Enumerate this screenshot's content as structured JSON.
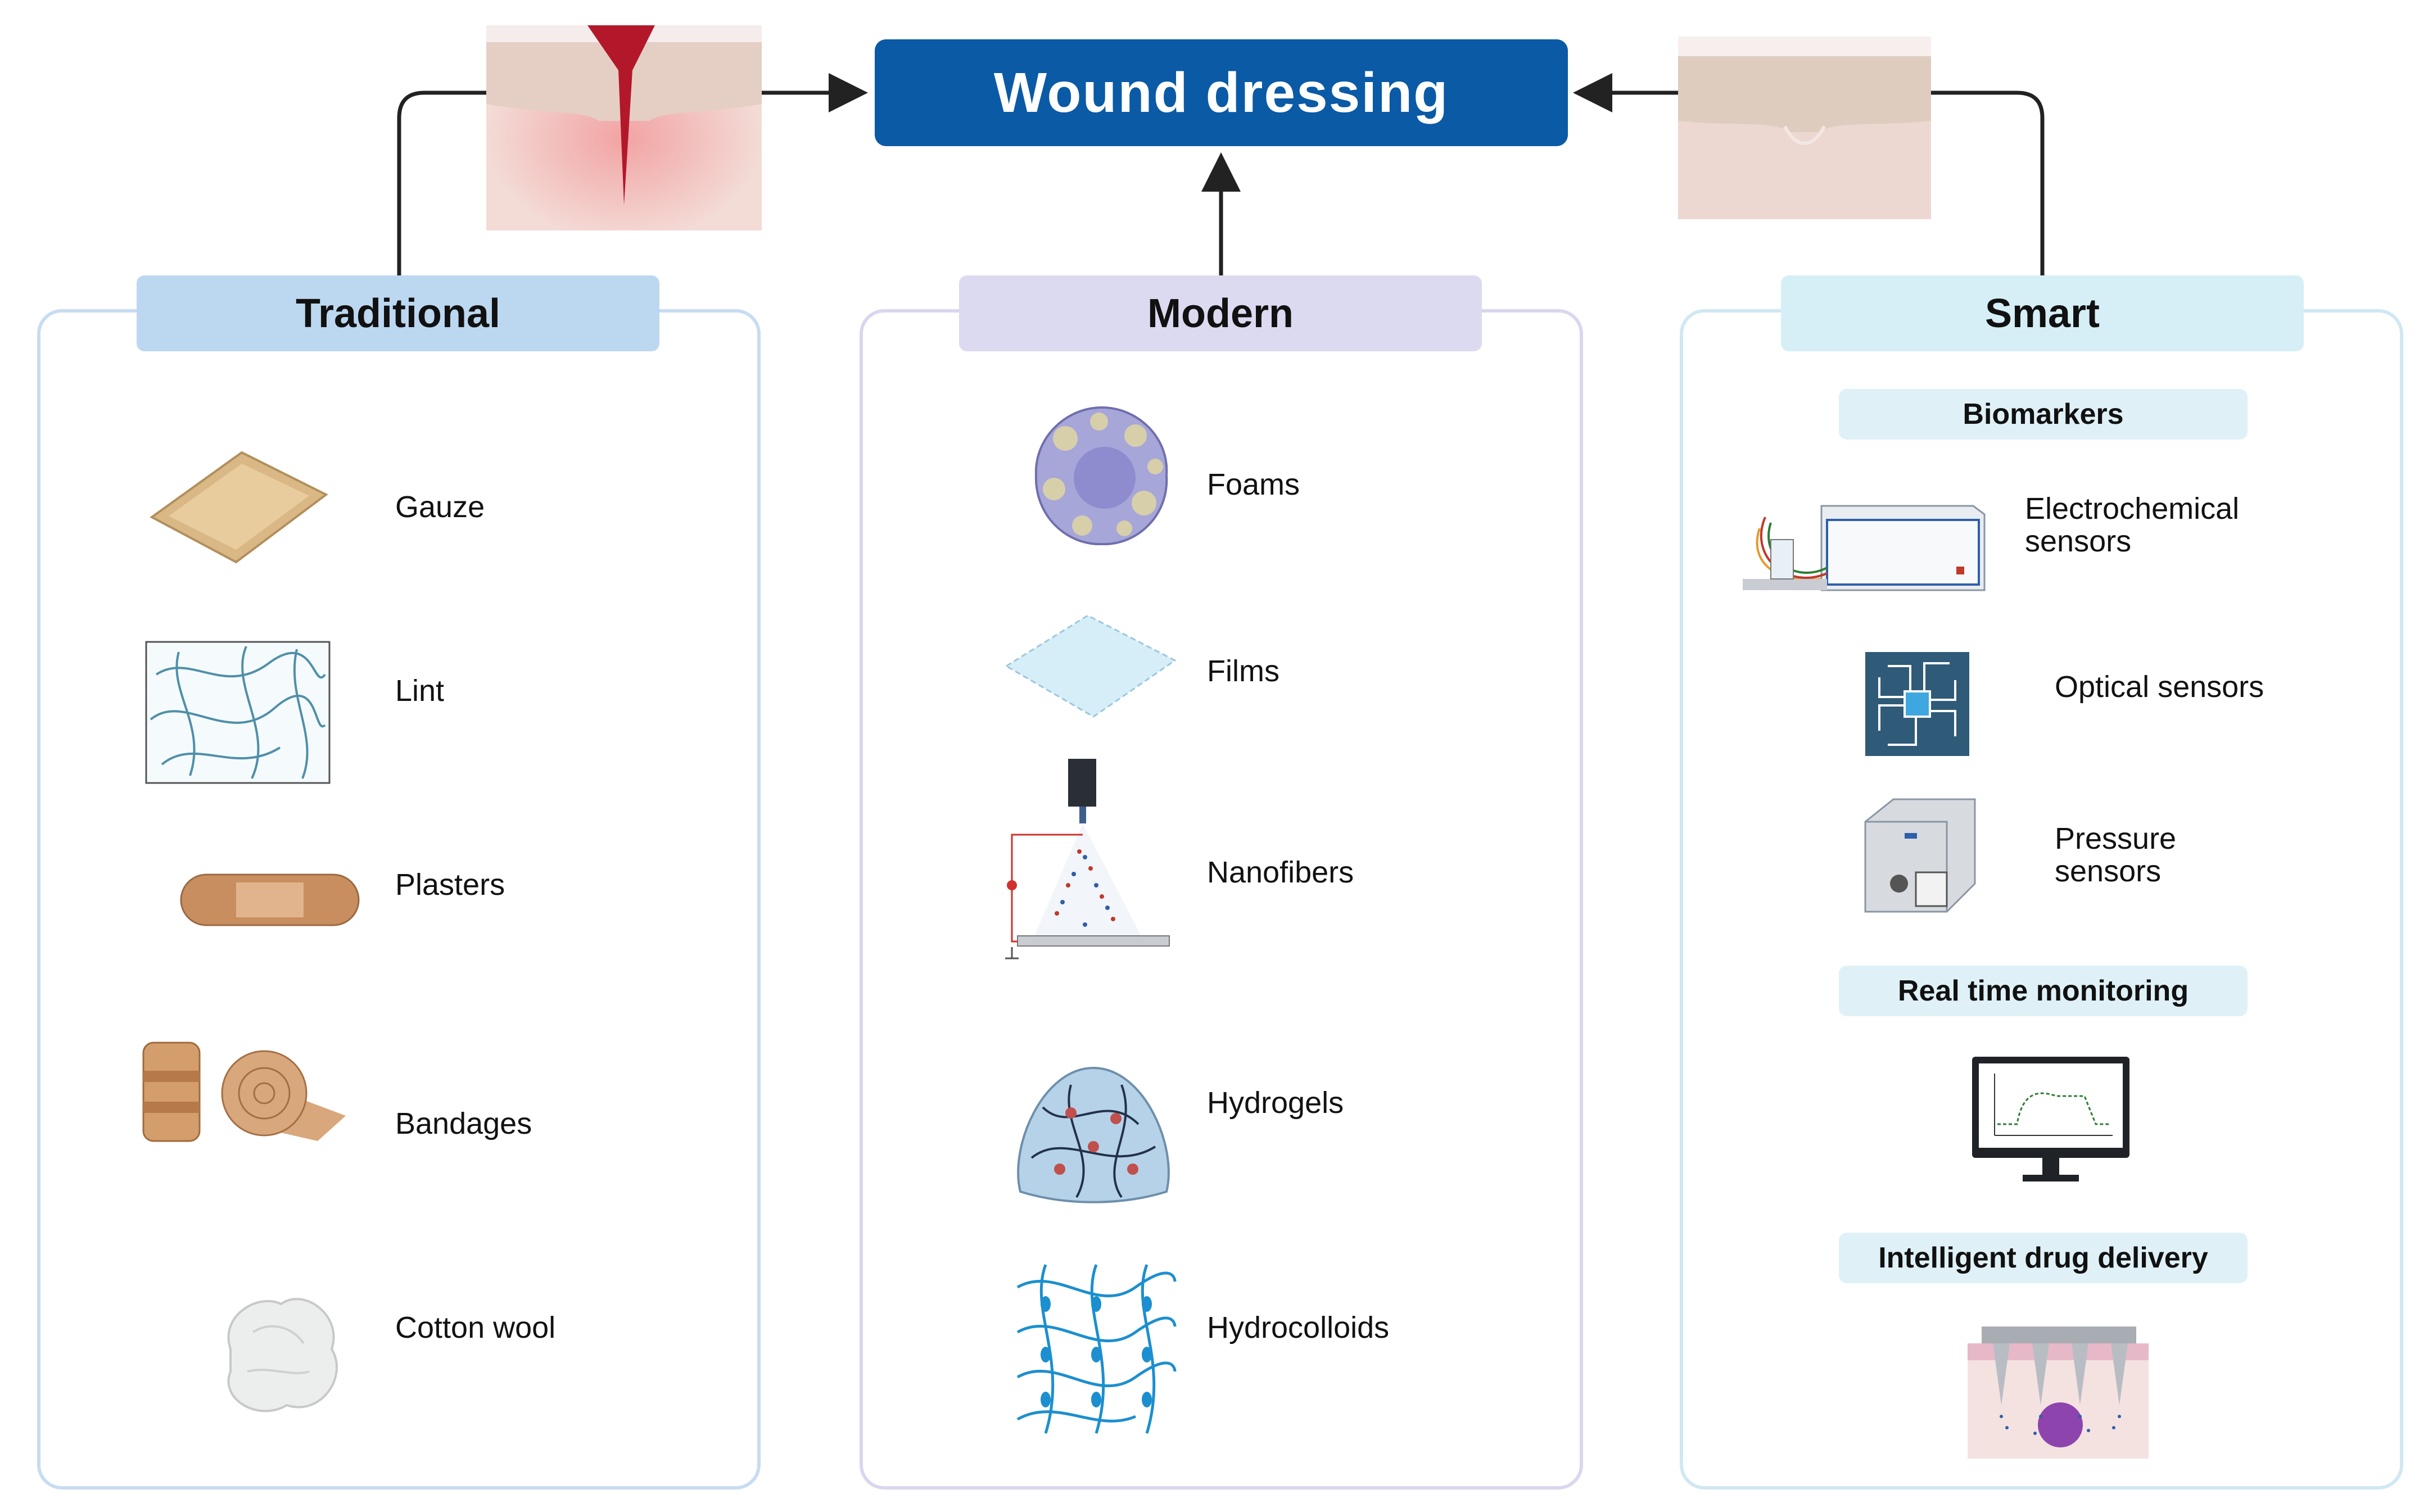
{
  "title": "Wound dressing",
  "categories": {
    "traditional": {
      "header": "Traditional",
      "items": [
        "Gauze",
        "Lint",
        "Plasters",
        "Bandages",
        "Cotton wool"
      ]
    },
    "modern": {
      "header": "Modern",
      "items": [
        "Foams",
        "Films",
        "Nanofibers",
        "Hydrogels",
        "Hydrocolloids"
      ]
    },
    "smart": {
      "header": "Smart",
      "biomarkers_header": "Biomarkers",
      "sensors": [
        "Electrochemical sensors",
        "Optical sensors",
        "Pressure sensors"
      ],
      "monitoring_header": "Real time monitoring",
      "drug_header": "Intelligent drug delivery"
    }
  },
  "colors": {
    "title_bg": "#0a5aa6",
    "traditional_header": "#bcd7f0",
    "traditional_border": "#c7dcf2",
    "modern_header": "#dcdaf0",
    "modern_border": "#d9d6ee",
    "smart_header": "#d6eff6",
    "smart_border": "#cfe8f3",
    "arrow": "#222222"
  },
  "icons": [
    "wound-icon",
    "healed-skin-icon",
    "gauze-icon",
    "lint-icon",
    "plaster-icon",
    "bandage-icon",
    "cotton-wool-icon",
    "foam-icon",
    "film-icon",
    "electrospinning-icon",
    "hydrogel-icon",
    "hydrocolloid-icon",
    "potentiostat-icon",
    "chip-icon",
    "pump-icon",
    "monitor-icon",
    "microneedle-icon"
  ]
}
